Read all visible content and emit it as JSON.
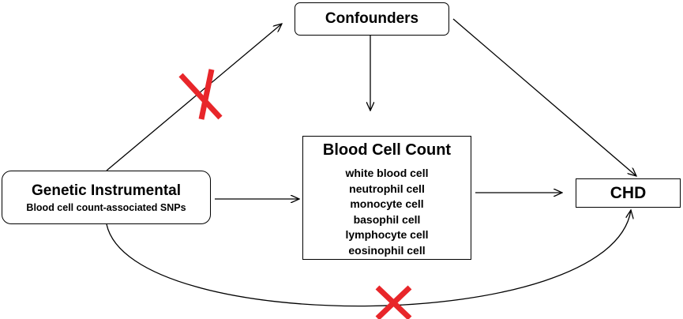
{
  "diagram": {
    "confounders": {
      "label": "Confounders"
    },
    "genetic": {
      "title": "Genetic Instrumental",
      "subtitle": "Blood cell count-associated SNPs"
    },
    "exposure": {
      "title": "Blood Cell Count",
      "items": [
        "white blood cell",
        "neutrophil cell",
        "monocyte cell",
        "basophil cell",
        "lymphocyte cell",
        "eosinophil cell"
      ]
    },
    "outcome": {
      "label": "CHD"
    },
    "colors": {
      "line": "#000000",
      "cross": "#e8262a"
    },
    "blocked_paths": [
      "genetic-to-confounders",
      "genetic-to-outcome-direct"
    ]
  }
}
